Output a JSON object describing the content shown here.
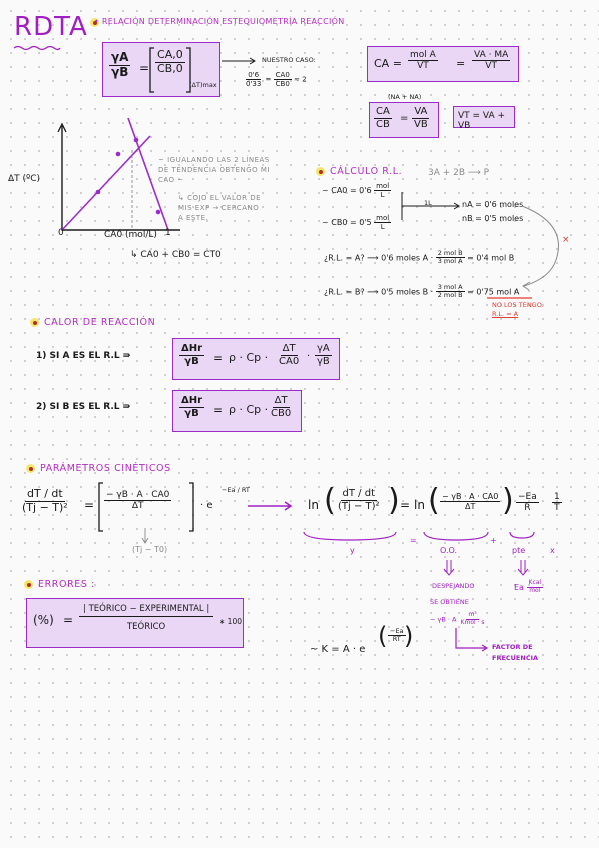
{
  "header": {
    "title": "RDTA",
    "subtitle": "• RELACIÓN DETERMINACIÓN ESTEQUIOMETRÍA REACCIÓN"
  },
  "relation": {
    "ya": "γA",
    "yb": "γB",
    "eq": "=",
    "ca0": "CA,0",
    "cb0": "CB,0",
    "sub": "(ΔT)max",
    "case_label": "NUESTRO CASO:",
    "case_n1": "0'6",
    "case_d1": "0'33",
    "case_n2": "CA0",
    "case_d2": "CB0",
    "case_r": "≈ 2",
    "ca_l": "CA =",
    "ca_n": "mol A",
    "ca_d": "VT",
    "eq2": "=",
    "va_n": "VA · MA",
    "va_d": "VT",
    "nanb": "(NA + NA)",
    "r_n": "CA",
    "r_d": "CB",
    "r_eq": "=",
    "r_vn": "VA",
    "r_vd": "VB",
    "vt": "VT = VA + VB"
  },
  "graph": {
    "y_label": "ΔT (ºC)",
    "x_label": "CA0 (mol/L)",
    "origin": "0",
    "x_end": "1",
    "sum_eq": "↳ CA0 + CB0 = CT0",
    "note_lines": [
      "~ IGUALANDO LAS 2 LÍNEAS",
      "DE TENDENCIA OBTENGO MI",
      "CAO ~"
    ],
    "note2_lines": [
      "↳ COJO EL VALOR DE",
      "MIS EXP → CERCANO",
      "A ESTE."
    ]
  },
  "rl": {
    "title": "CÁLCULO R.L.",
    "reaction": "3A + 2B ⟶ P",
    "ca0": "~ CA0 = 0'6",
    "ca0_n": "mol",
    "ca0_d": "L",
    "cb0": "~ CB0 = 0'5",
    "cb0_n": "mol",
    "cb0_d": "L",
    "arrow_label": "1L",
    "na": "nA = 0'6 moles",
    "nb": "nB = 0'5 moles",
    "qa": "¿R.L. = A? ⟶ 0'6 moles A ·",
    "qa_n": "2 mol B",
    "qa_d": "3 mol A",
    "qa_r": "= 0'4 mol B",
    "qb": "¿R.L. = B? ⟶ 0'5 moles B ·",
    "qb_n": "3 mol A",
    "qb_d": "2 mol B",
    "qb_r": "= 0'75 mol A",
    "x_mark": "×",
    "no_tengo": "NO LOS TENGO.",
    "rl_a": "R.L. = A"
  },
  "calor": {
    "title": "CALOR DE REACCIÓN",
    "case1": "1) SI A ES EL R.L ⇛",
    "case2": "2) SI B ES EL R.L ⇛",
    "dh": "ΔHr",
    "yb": "γB",
    "eq": "=",
    "rho": "ρ · Cp ·",
    "dt": "ΔT",
    "ca0": "CA0",
    "cb0": "CB0",
    "ya": "γA",
    "ybb": "γB",
    "dot": "·"
  },
  "cineticos": {
    "title": "PARÁMETROS CINÉTICOS",
    "lhs_n": "dT / dt",
    "lhs_d": "(Tj − T)²",
    "eq": "=",
    "mid_n": "− γB · A · CA0",
    "mid_d": "ΔT",
    "exp_base": "· e",
    "exp": "−Ea / RT",
    "tj_note": "(Tj − T0)",
    "ln": "ln",
    "rhs1_n": "dT / dt",
    "rhs1_d": "(Tj − T)²",
    "rhs2_n": "− γB · A · CA0",
    "rhs2_d": "ΔT",
    "rhs3": "−Ea",
    "rhs3_d": "R",
    "rhs4": "1",
    "rhs4_d": "T",
    "lbl_y": "y",
    "lbl_eq": "=",
    "lbl_oo": "O.O.",
    "lbl_plus": "+",
    "lbl_pte": "pte",
    "lbl_x": "x",
    "despejando": "DESPEJANDO",
    "se_obtiene": "SE OBTIENE",
    "ya_unit": "− γB · A",
    "unit_n": "m³",
    "unit_d": "Kmol · s",
    "factor": "FACTOR DE",
    "frecuencia": "FRECUENCIA",
    "ea": "Ea",
    "ea_n": "Kcal",
    "ea_d": "mol"
  },
  "errores": {
    "title": "ERRORES :",
    "pct": "(%)",
    "eq": "=",
    "num": "| TEÓRICO − EXPERIMENTAL |",
    "den": "TEÓRICO",
    "x100": "∗ 100",
    "k_eq": "~ K = A · e",
    "k_exp_n": "−Ea",
    "k_exp_d": "RT"
  }
}
